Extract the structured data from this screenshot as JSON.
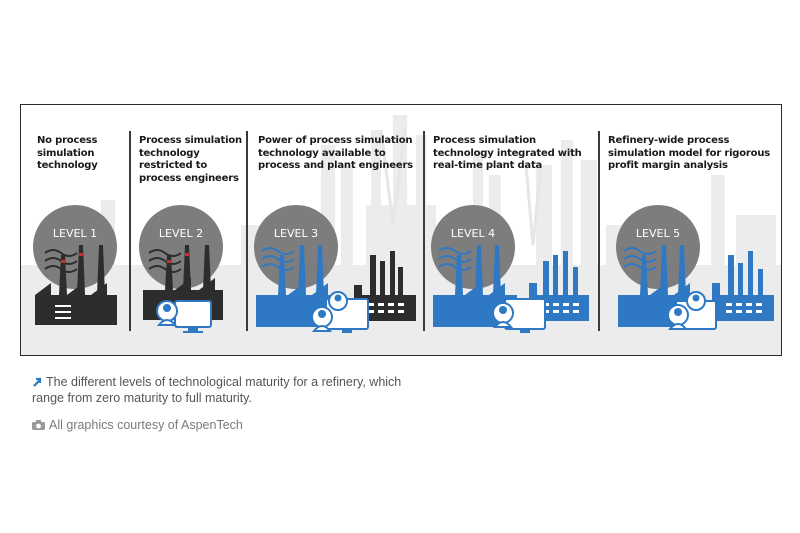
{
  "figure": {
    "panels": [
      {
        "text": "No process simulation technology",
        "level": "LEVEL 1"
      },
      {
        "text": "Process simulation technology restricted to process engineers",
        "level": "LEVEL 2"
      },
      {
        "text": "Power of process simulation technology available to process and plant engineers",
        "level": "LEVEL 3"
      },
      {
        "text": "Process simulation technology integrated with real-time plant data",
        "level": "LEVEL 4"
      },
      {
        "text": "Refinery-wide process simulation model for rigorous profit margin analysis",
        "level": "LEVEL 5"
      }
    ],
    "colors": {
      "dark_factory": "#2d2d2d",
      "blue_factory": "#2f78c4",
      "circle": "#7d7d7d",
      "skyline": "#eaeaea",
      "smoke_red": "#c8312b"
    }
  },
  "caption": {
    "text": "The different levels of technological maturity for a refinery, which range from zero maturity to full maturity.",
    "icon": "arrow-up-right-icon"
  },
  "credit": {
    "text": "All graphics courtesy of AspenTech",
    "icon": "camera-icon"
  }
}
